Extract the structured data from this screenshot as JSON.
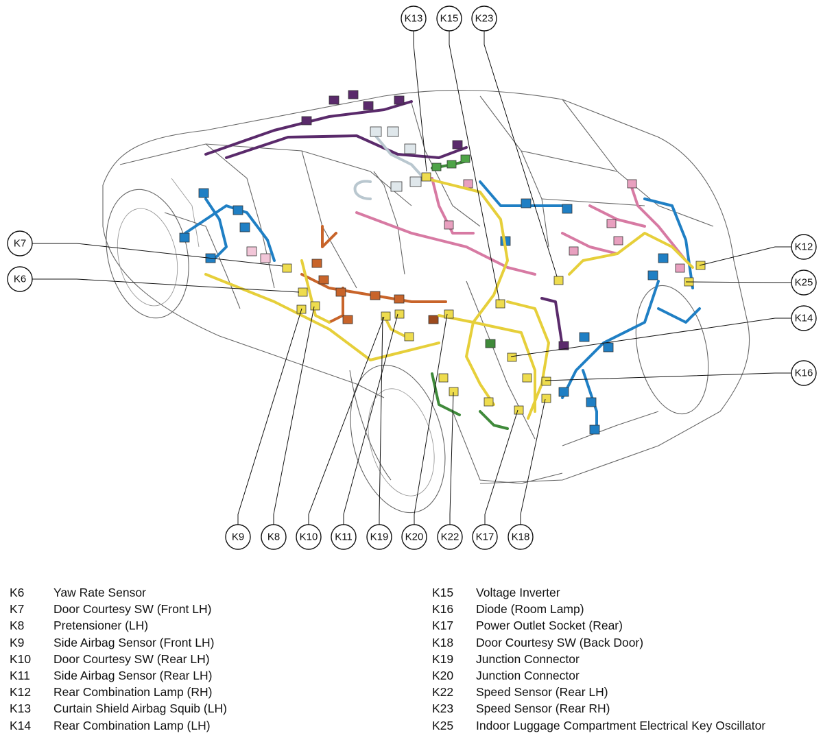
{
  "callouts": {
    "K13": "K13",
    "K15": "K15",
    "K23": "K23",
    "K7": "K7",
    "K6": "K6",
    "K12": "K12",
    "K25": "K25",
    "K14": "K14",
    "K16": "K16",
    "K9": "K9",
    "K8": "K8",
    "K10": "K10",
    "K11": "K11",
    "K19": "K19",
    "K20": "K20",
    "K22": "K22",
    "K17": "K17",
    "K18": "K18"
  },
  "legend_left": [
    {
      "code": "K6",
      "desc": "Yaw Rate Sensor"
    },
    {
      "code": "K7",
      "desc": "Door Courtesy SW (Front LH)"
    },
    {
      "code": "K8",
      "desc": "Pretensioner (LH)"
    },
    {
      "code": "K9",
      "desc": "Side Airbag Sensor (Front LH)"
    },
    {
      "code": "K10",
      "desc": "Door Courtesy SW (Rear LH)"
    },
    {
      "code": "K11",
      "desc": "Side Airbag Sensor (Rear LH)"
    },
    {
      "code": "K12",
      "desc": "Rear Combination Lamp (RH)"
    },
    {
      "code": "K13",
      "desc": "Curtain Shield Airbag Squib (LH)"
    },
    {
      "code": "K14",
      "desc": "Rear Combination Lamp (LH)"
    }
  ],
  "legend_right": [
    {
      "code": "K15",
      "desc": "Voltage Inverter"
    },
    {
      "code": "K16",
      "desc": "Diode (Room Lamp)"
    },
    {
      "code": "K17",
      "desc": "Power Outlet Socket (Rear)"
    },
    {
      "code": "K18",
      "desc": "Door Courtesy SW (Back Door)"
    },
    {
      "code": "K19",
      "desc": "Junction Connector"
    },
    {
      "code": "K20",
      "desc": "Junction Connector"
    },
    {
      "code": "K22",
      "desc": "Speed Sensor (Rear LH)"
    },
    {
      "code": "K23",
      "desc": "Speed Sensor (Rear RH)"
    },
    {
      "code": "K25",
      "desc": "Indoor Luggage Compartment Electrical Key Oscillator"
    }
  ],
  "harness_colors": {
    "purple": "#5a2a6b",
    "blue": "#1f7fc4",
    "pink": "#d77aa3",
    "yellow": "#e6cf3a",
    "orange": "#c8642a",
    "green": "#3f8a3a",
    "gray": "#b9c7cf"
  }
}
